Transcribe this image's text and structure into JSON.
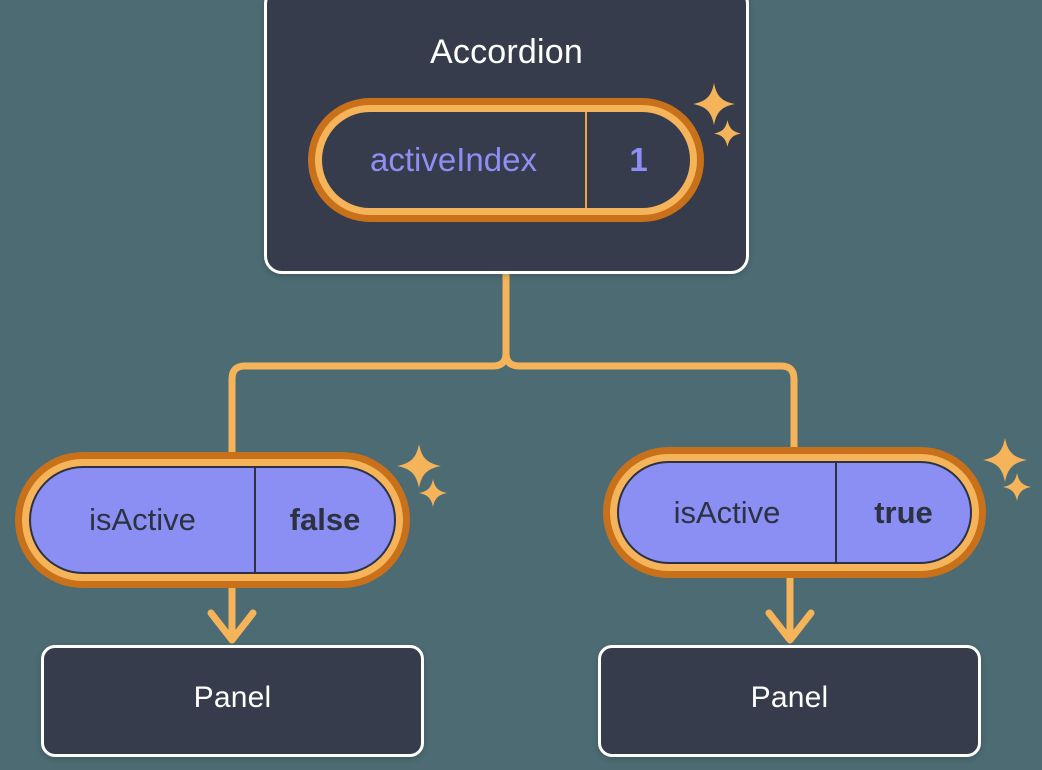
{
  "diagram": {
    "type": "component-state-tree",
    "background_color": "#4d6b73",
    "accent_color": "#f5b459",
    "accent_dark_color": "#c9711a",
    "card_color": "#363c4c",
    "pill_value_color": "#8b8ef2",
    "root": {
      "name": "accordion-component",
      "title": "Accordion",
      "state": {
        "key": "activeIndex",
        "value": "1",
        "highlighted": true
      }
    },
    "branches": [
      {
        "name": "branch-left",
        "prop": {
          "key": "isActive",
          "value": "false",
          "highlighted": true
        },
        "child": {
          "name": "panel-component-left",
          "title": "Panel"
        }
      },
      {
        "name": "branch-right",
        "prop": {
          "key": "isActive",
          "value": "true",
          "highlighted": true
        },
        "child": {
          "name": "panel-component-right",
          "title": "Panel"
        }
      }
    ],
    "decorations": [
      {
        "name": "sparkle-accordion-large",
        "glyph": "four-point-star"
      },
      {
        "name": "sparkle-accordion-small",
        "glyph": "four-point-star"
      },
      {
        "name": "sparkle-left-large",
        "glyph": "four-point-star"
      },
      {
        "name": "sparkle-left-small",
        "glyph": "four-point-star"
      },
      {
        "name": "sparkle-right-large",
        "glyph": "four-point-star"
      },
      {
        "name": "sparkle-right-small",
        "glyph": "four-point-star"
      }
    ]
  }
}
